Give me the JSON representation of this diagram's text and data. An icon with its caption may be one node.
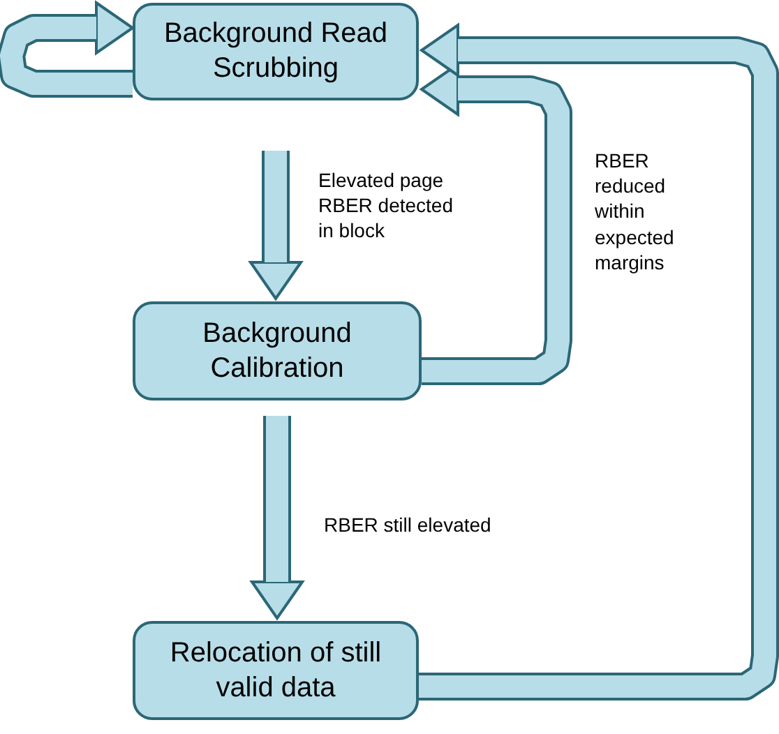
{
  "diagram": {
    "nodes": [
      {
        "text": [
          "Background Read Scrubbing"
        ]
      },
      {
        "text": [
          "Background Calibration"
        ]
      },
      {
        "text": [
          "Relocation of still valid data"
        ]
      }
    ],
    "edges": [
      {
        "from": 0,
        "to": 0,
        "arrow": "to"
      },
      {
        "from": 0,
        "to": 1,
        "arrow": "to",
        "label": "Elevated page RBER detected in block"
      },
      {
        "from": 1,
        "to": 0,
        "arrow": "to",
        "label": "RBER reduced within expected margins"
      },
      {
        "from": 1,
        "to": 2,
        "arrow": "to",
        "label": "RBER still elevated"
      },
      {
        "from": 2,
        "to": 0,
        "arrow": "to"
      }
    ]
  }
}
